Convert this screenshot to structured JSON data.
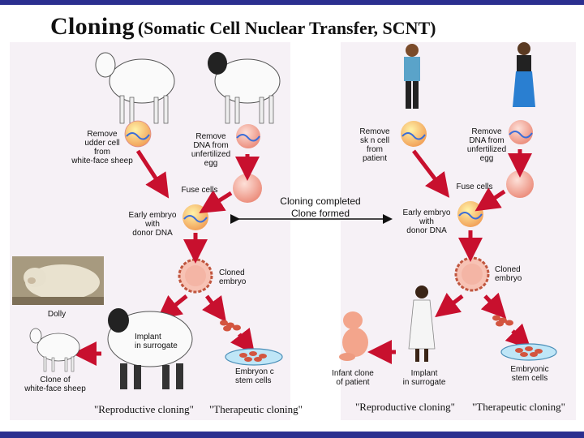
{
  "title": {
    "main": "Cloning",
    "sub": "(Somatic Cell Nuclear Transfer, SCNT)"
  },
  "left": {
    "remove_udder": "Remove\nudder cell\nfrom\nwhite-face sheep",
    "remove_dna": "Remove\nDNA from\nunfertilized\negg",
    "fuse": "Fuse cells",
    "early_embryo": "Early embryo\nwith\ndonor DNA",
    "cloned_embryo": "Cloned\nembryo",
    "dolly": "Dolly",
    "implant": "Implant\nin surrogate",
    "clone_of": "Clone of\nwhite-face sheep",
    "embryonic": "Embryon c\nstem cells",
    "caption_reproductive": "\"Reproductive cloning\"",
    "caption_therapeutic": "\"Therapeutic cloning\""
  },
  "center": {
    "line1": "Cloning completed",
    "line2": "Clone formed"
  },
  "right": {
    "remove_skin": "Remove\nsk n cell\nfrom\npatient",
    "remove_dna": "Remove\nDNA from\nunfertilized\negg",
    "fuse": "Fuse cells",
    "early_embryo": "Early embryo\nwith\ndonor DNA",
    "cloned_embryo": "Cloned\nembryo",
    "infant_clone": "Infant clone\nof patient",
    "implant": "Implant\nin surrogate",
    "embryonic": "Embryonic\nstem cells",
    "caption_reproductive": "\"Reproductive cloning\"",
    "caption_therapeutic": "\"Therapeutic cloning\""
  },
  "colors": {
    "frame_bar": "#2b2f8f",
    "arrow": "#c8102e",
    "panel": "#f6f1f6",
    "egg": "#f3a99a"
  }
}
